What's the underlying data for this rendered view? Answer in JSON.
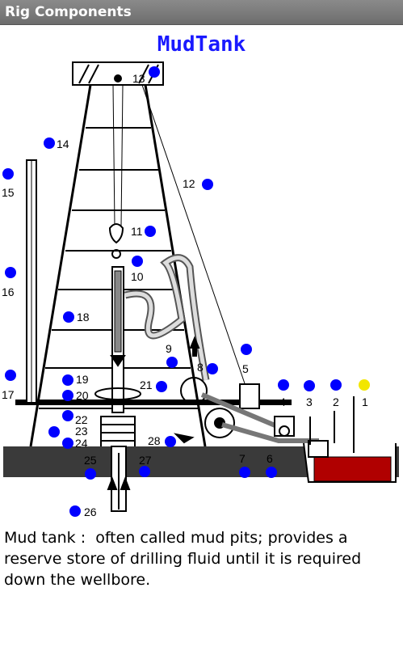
{
  "app_bar": {
    "title": "Rig Components"
  },
  "heading": "MudTank",
  "description": "Mud tank :  often called mud pits; provides a reserve store of drilling fluid until it is required down the wellbore.",
  "colors": {
    "marker": "#0000ff",
    "selected_marker": "#f2e600",
    "mud": "#b00000",
    "heading": "#1a1aff"
  },
  "components": [
    {
      "id": "c1",
      "label": "1",
      "selected": true
    },
    {
      "id": "c2",
      "label": "2"
    },
    {
      "id": "c3",
      "label": "3"
    },
    {
      "id": "c4",
      "label": "4"
    },
    {
      "id": "c5",
      "label": "5"
    },
    {
      "id": "c6",
      "label": "6"
    },
    {
      "id": "c7",
      "label": "7"
    },
    {
      "id": "c8",
      "label": "8"
    },
    {
      "id": "c9",
      "label": "9"
    },
    {
      "id": "c10",
      "label": "10"
    },
    {
      "id": "c11",
      "label": "11"
    },
    {
      "id": "c12",
      "label": "12"
    },
    {
      "id": "c13",
      "label": "13"
    },
    {
      "id": "c14",
      "label": "14"
    },
    {
      "id": "c15",
      "label": "15"
    },
    {
      "id": "c16",
      "label": "16"
    },
    {
      "id": "c17",
      "label": "17"
    },
    {
      "id": "c18",
      "label": "18"
    },
    {
      "id": "c19",
      "label": "19"
    },
    {
      "id": "c20",
      "label": "20"
    },
    {
      "id": "c21",
      "label": "21"
    },
    {
      "id": "c22",
      "label": "22"
    },
    {
      "id": "c23",
      "label": "23"
    },
    {
      "id": "c24",
      "label": "24"
    },
    {
      "id": "c25",
      "label": "25"
    },
    {
      "id": "c26",
      "label": "26"
    },
    {
      "id": "c27",
      "label": "27"
    },
    {
      "id": "c28",
      "label": "28"
    }
  ]
}
